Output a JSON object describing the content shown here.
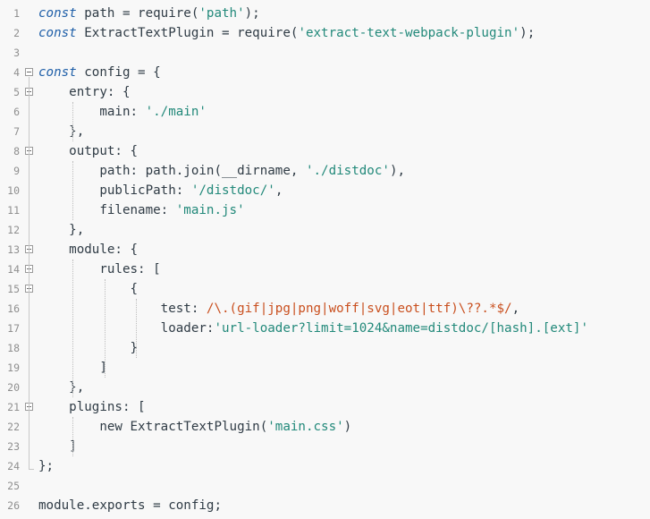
{
  "editor": {
    "lines": [
      {
        "n": "1",
        "fold": false,
        "parts": [
          {
            "c": "kw",
            "t": "const"
          },
          {
            "c": "pl",
            "t": " path = require("
          },
          {
            "c": "str",
            "t": "'path'"
          },
          {
            "c": "pl",
            "t": ");"
          }
        ]
      },
      {
        "n": "2",
        "fold": false,
        "parts": [
          {
            "c": "kw",
            "t": "const"
          },
          {
            "c": "pl",
            "t": " ExtractTextPlugin = require("
          },
          {
            "c": "str",
            "t": "'extract-text-webpack-plugin'"
          },
          {
            "c": "pl",
            "t": ");"
          }
        ]
      },
      {
        "n": "3",
        "fold": false,
        "parts": []
      },
      {
        "n": "4",
        "fold": true,
        "parts": [
          {
            "c": "kw",
            "t": "const"
          },
          {
            "c": "pl",
            "t": " config = {"
          }
        ]
      },
      {
        "n": "5",
        "fold": true,
        "parts": [
          {
            "c": "pl",
            "t": "    entry: {"
          }
        ]
      },
      {
        "n": "6",
        "fold": false,
        "parts": [
          {
            "c": "pl",
            "t": "        main: "
          },
          {
            "c": "str",
            "t": "'./main'"
          }
        ]
      },
      {
        "n": "7",
        "fold": false,
        "parts": [
          {
            "c": "pl",
            "t": "    },"
          }
        ]
      },
      {
        "n": "8",
        "fold": true,
        "parts": [
          {
            "c": "pl",
            "t": "    output: {"
          }
        ]
      },
      {
        "n": "9",
        "fold": false,
        "parts": [
          {
            "c": "pl",
            "t": "        path: path.join(__dirname, "
          },
          {
            "c": "str",
            "t": "'./distdoc'"
          },
          {
            "c": "pl",
            "t": "),"
          }
        ]
      },
      {
        "n": "10",
        "fold": false,
        "parts": [
          {
            "c": "pl",
            "t": "        publicPath: "
          },
          {
            "c": "str",
            "t": "'/distdoc/'"
          },
          {
            "c": "pl",
            "t": ","
          }
        ]
      },
      {
        "n": "11",
        "fold": false,
        "parts": [
          {
            "c": "pl",
            "t": "        filename: "
          },
          {
            "c": "str",
            "t": "'main.js'"
          }
        ]
      },
      {
        "n": "12",
        "fold": false,
        "parts": [
          {
            "c": "pl",
            "t": "    },"
          }
        ]
      },
      {
        "n": "13",
        "fold": true,
        "parts": [
          {
            "c": "pl",
            "t": "    module: {"
          }
        ]
      },
      {
        "n": "14",
        "fold": true,
        "parts": [
          {
            "c": "pl",
            "t": "        rules: ["
          }
        ]
      },
      {
        "n": "15",
        "fold": true,
        "parts": [
          {
            "c": "pl",
            "t": "            {"
          }
        ]
      },
      {
        "n": "16",
        "fold": false,
        "parts": [
          {
            "c": "pl",
            "t": "                test: "
          },
          {
            "c": "rx",
            "t": "/\\.(gif|jpg|png|woff|svg|eot|ttf)\\??.*$/"
          },
          {
            "c": "pl",
            "t": ","
          }
        ]
      },
      {
        "n": "17",
        "fold": false,
        "parts": [
          {
            "c": "pl",
            "t": "                loader:"
          },
          {
            "c": "str",
            "t": "'url-loader?limit=1024&name=distdoc/[hash].[ext]'"
          }
        ]
      },
      {
        "n": "18",
        "fold": false,
        "parts": [
          {
            "c": "pl",
            "t": "            }"
          }
        ]
      },
      {
        "n": "19",
        "fold": false,
        "parts": [
          {
            "c": "pl",
            "t": "        ]"
          }
        ]
      },
      {
        "n": "20",
        "fold": false,
        "parts": [
          {
            "c": "pl",
            "t": "    },"
          }
        ]
      },
      {
        "n": "21",
        "fold": true,
        "parts": [
          {
            "c": "pl",
            "t": "    plugins: ["
          }
        ]
      },
      {
        "n": "22",
        "fold": false,
        "parts": [
          {
            "c": "pl",
            "t": "        new ExtractTextPlugin("
          },
          {
            "c": "str",
            "t": "'main.css'"
          },
          {
            "c": "pl",
            "t": ")"
          }
        ]
      },
      {
        "n": "23",
        "fold": false,
        "parts": [
          {
            "c": "pl",
            "t": "    ]"
          }
        ]
      },
      {
        "n": "24",
        "fold": false,
        "parts": [
          {
            "c": "pl",
            "t": "};"
          }
        ]
      },
      {
        "n": "25",
        "fold": false,
        "parts": []
      },
      {
        "n": "26",
        "fold": false,
        "parts": [
          {
            "c": "pl",
            "t": "module.exports = config;"
          }
        ]
      }
    ],
    "colors": {
      "background": "#f8f8f8",
      "keyword": "#1f5fa8",
      "string": "#22897a",
      "regex": "#c94f1e",
      "plain": "#2f3b45",
      "line_number": "#8f8f8f"
    }
  }
}
